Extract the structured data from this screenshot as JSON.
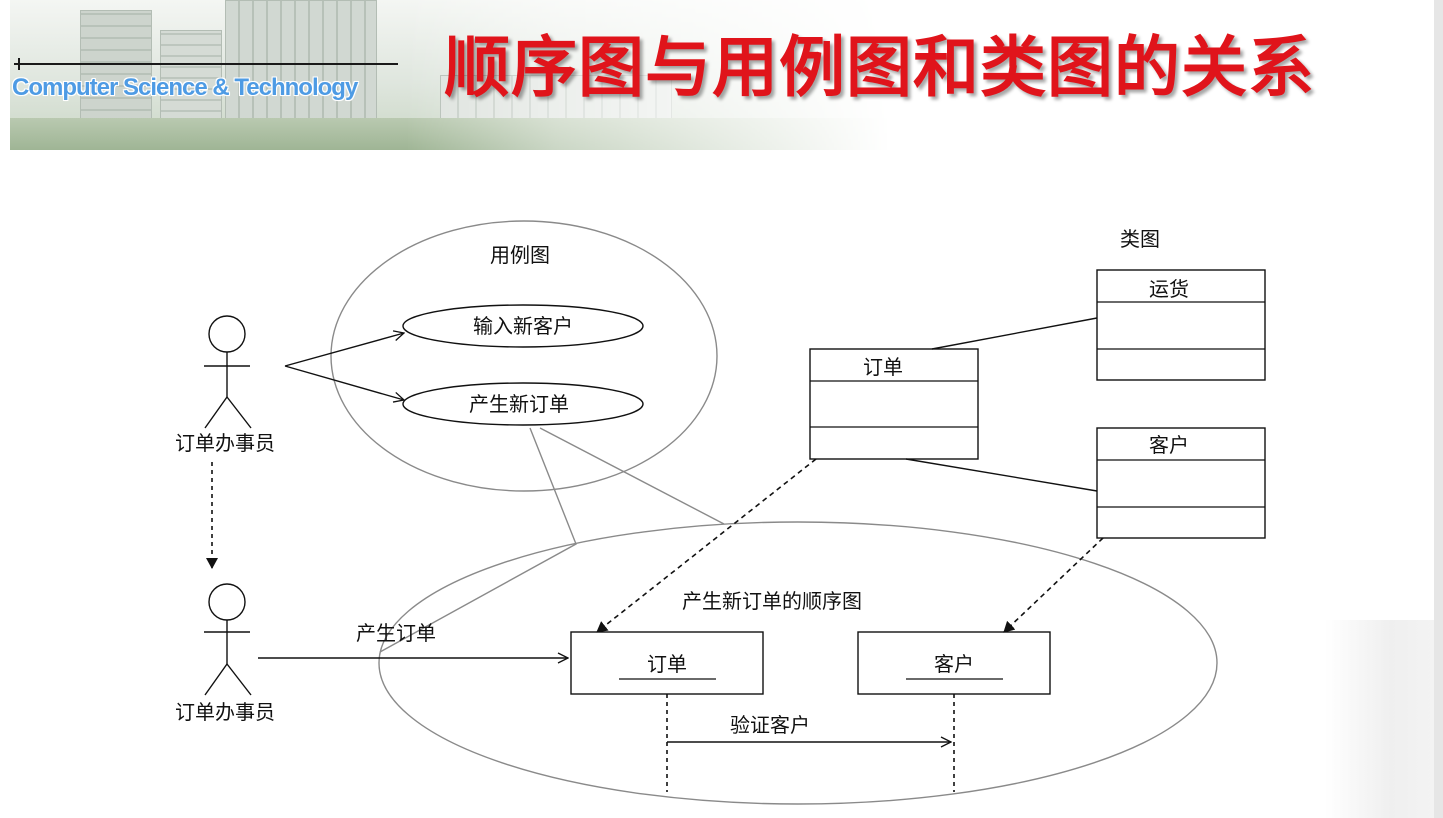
{
  "header": {
    "subtitle": "Computer Science & Technology",
    "title": "顺序图与用例图和类图的关系"
  },
  "diagram": {
    "use_case_diagram": {
      "label": "用例图",
      "use_cases": [
        "输入新客户",
        "产生新订单"
      ]
    },
    "actors": [
      {
        "name": "订单办事员"
      },
      {
        "name": "订单办事员"
      }
    ],
    "class_diagram": {
      "label": "类图",
      "classes": [
        {
          "name": "运货"
        },
        {
          "name": "订单"
        },
        {
          "name": "客户"
        }
      ]
    },
    "sequence_diagram": {
      "label": "产生新订单的顺序图",
      "objects": [
        "订单",
        "客户"
      ],
      "messages": [
        {
          "label": "产生订单"
        },
        {
          "label": "验证客户"
        }
      ]
    }
  },
  "colors": {
    "title": "#e0141b",
    "subtitle": "#4e9be4",
    "line": "#111111",
    "bubble": "#8a8a8a"
  }
}
